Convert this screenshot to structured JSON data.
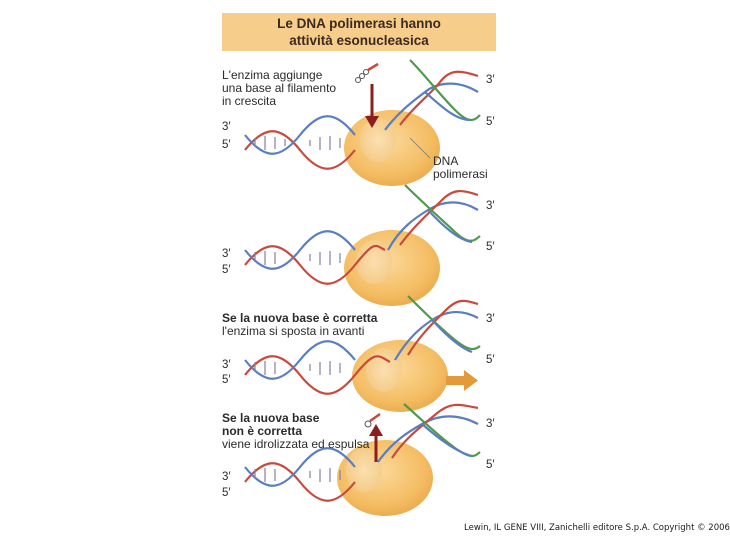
{
  "title": {
    "line1": "Le DNA polimerasi hanno",
    "line2": "attività esonucleasica"
  },
  "panel1": {
    "caption_lines": [
      "L'enzima aggiunge",
      "una base al filamento",
      "in crescita"
    ],
    "enzyme_label_lines": [
      "DNA",
      "polimerasi"
    ]
  },
  "panel3": {
    "caption_bold": "Se la nuova base è corretta",
    "caption_normal": "l'enzima si sposta in avanti"
  },
  "panel4": {
    "caption_bold_lines": [
      "Se la nuova base",
      "non è corretta"
    ],
    "caption_normal": "viene idrolizzata ed espulsa"
  },
  "strand_labels": {
    "three_prime": "3′",
    "five_prime": "5′"
  },
  "footer": "Lewin, IL GENE VIII, Zanichelli editore S.p.A. Copyright © 2006",
  "colors": {
    "title_bg": "#f7cd8b",
    "enzyme": "#f6c06a",
    "strand_blue": "#5a7ec0",
    "strand_red": "#c84a3c",
    "new_strand_green": "#4f9a4c",
    "arrow_red": "#8b1f1f",
    "arrow_orange": "#e29a3a"
  }
}
